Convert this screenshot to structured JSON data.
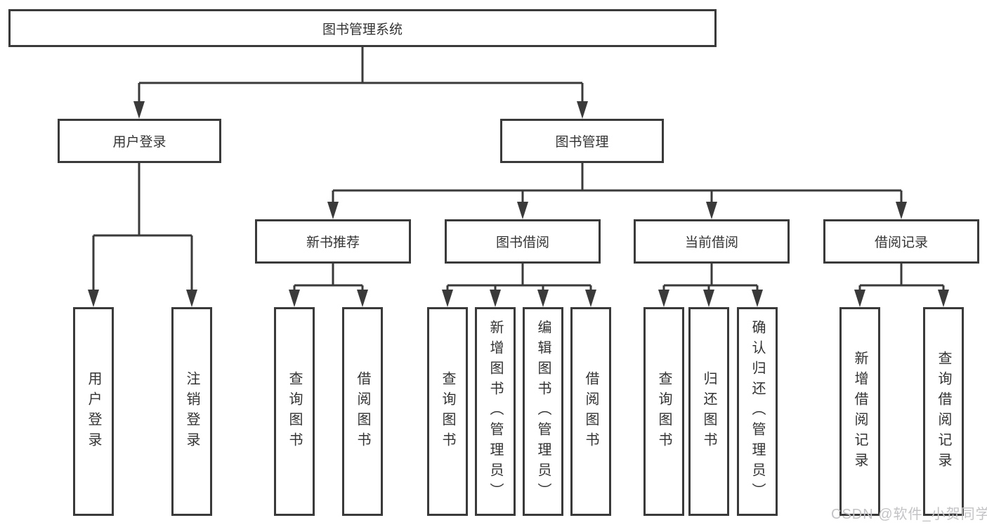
{
  "diagram": {
    "root": "图书管理系统",
    "branches": [
      {
        "label": "用户登录",
        "leaves": [
          "用户登录",
          "注销登录"
        ]
      },
      {
        "label": "图书管理",
        "sections": [
          {
            "label": "新书推荐",
            "leaves": [
              "查询图书",
              "借阅图书"
            ]
          },
          {
            "label": "图书借阅",
            "leaves": [
              "查询图书",
              "新增图书（管理员）",
              "编辑图书（管理员）",
              "借阅图书"
            ]
          },
          {
            "label": "当前借阅",
            "leaves": [
              "查询图书",
              "归还图书",
              "确认归还（管理员）"
            ]
          },
          {
            "label": "借阅记录",
            "leaves": [
              "新增借阅记录",
              "查询借阅记录"
            ]
          }
        ]
      }
    ]
  },
  "watermark": "CSDN @软件_小贺同学",
  "colors": {
    "line": "#3a3a3a",
    "box_border": "#3a3a3a",
    "text": "#333333",
    "watermark": "#c3c3c7",
    "background": "#ffffff"
  }
}
